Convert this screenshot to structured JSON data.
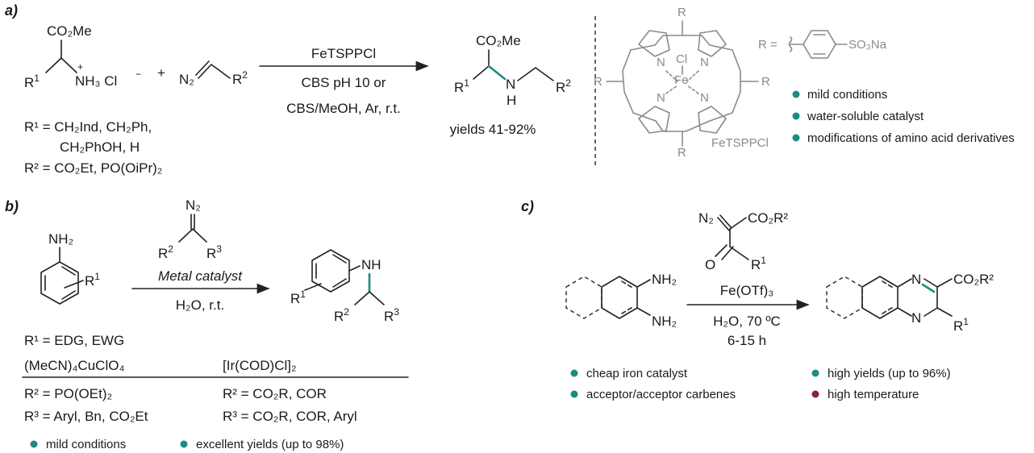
{
  "colors": {
    "teal_bullet": "#1f8a82",
    "maroon_bullet": "#8b1d4f",
    "porphyrin_gray": "#8a8a8a"
  },
  "panel_a": {
    "label": "a)",
    "reactant_ester": "CO₂Me",
    "salt_label": "NH₃ Cl",
    "plus": "+",
    "diazo": "N₂",
    "catalyst": "FeTSPPCl",
    "condition_1": "CBS pH 10 or",
    "condition_2": "CBS/MeOH, Ar, r.t.",
    "product_ester": "CO₂Me",
    "product_nh": "N",
    "yields": "yields 41-92%",
    "r1_def_line1": "R¹ = CH₂Ind, CH₂Ph,",
    "r1_def_line2": "CH₂PhOH, H",
    "r2_def": "R² = CO₂Et, PO(OiPr)₂",
    "porphyrin_r": "R",
    "porphyrin_cl": "Cl",
    "porphyrin_fe": "Fe",
    "porphyrin_n": "N",
    "porphyrin_name": "FeTSPPCl",
    "r_substituent": "R =",
    "sulfonate": "SO₃Na",
    "bullets": [
      "mild conditions",
      "water-soluble catalyst",
      "modifications of amino acid derivatives"
    ]
  },
  "panel_b": {
    "label": "b)",
    "amine": "NH₂",
    "diazo": "N₂",
    "catalyst": "Metal catalyst",
    "conditions": "H₂O, r.t.",
    "product_nh": "NH",
    "r1_def": "R¹ = EDG, EWG",
    "table": {
      "headers": [
        "(MeCN)₄CuClO₄",
        "[Ir(COD)Cl]₂"
      ],
      "rows": [
        [
          "R² = PO(OEt)₂",
          "R² = CO₂R, COR"
        ],
        [
          "R³ = Aryl, Bn, CO₂Et",
          "R³ = CO₂R, COR, Aryl"
        ]
      ]
    },
    "bullets": [
      "mild conditions",
      "excellent yields (up to 98%)"
    ]
  },
  "panel_c": {
    "label": "c)",
    "diazo": "N₂",
    "ester": "CO₂R²",
    "ketone_o": "O",
    "amine": "NH₂",
    "catalyst": "Fe(OTf)₃",
    "conditions_1": "H₂O, 70 ºC",
    "conditions_2": "6-15 h",
    "product_n": "N",
    "product_ester": "CO₂R²",
    "bullets_left": [
      "cheap iron catalyst",
      "acceptor/acceptor carbenes"
    ],
    "bullets_right": [
      {
        "text": "high yields (up to 96%)",
        "tone": "good"
      },
      {
        "text": "high temperature",
        "tone": "bad"
      }
    ]
  }
}
